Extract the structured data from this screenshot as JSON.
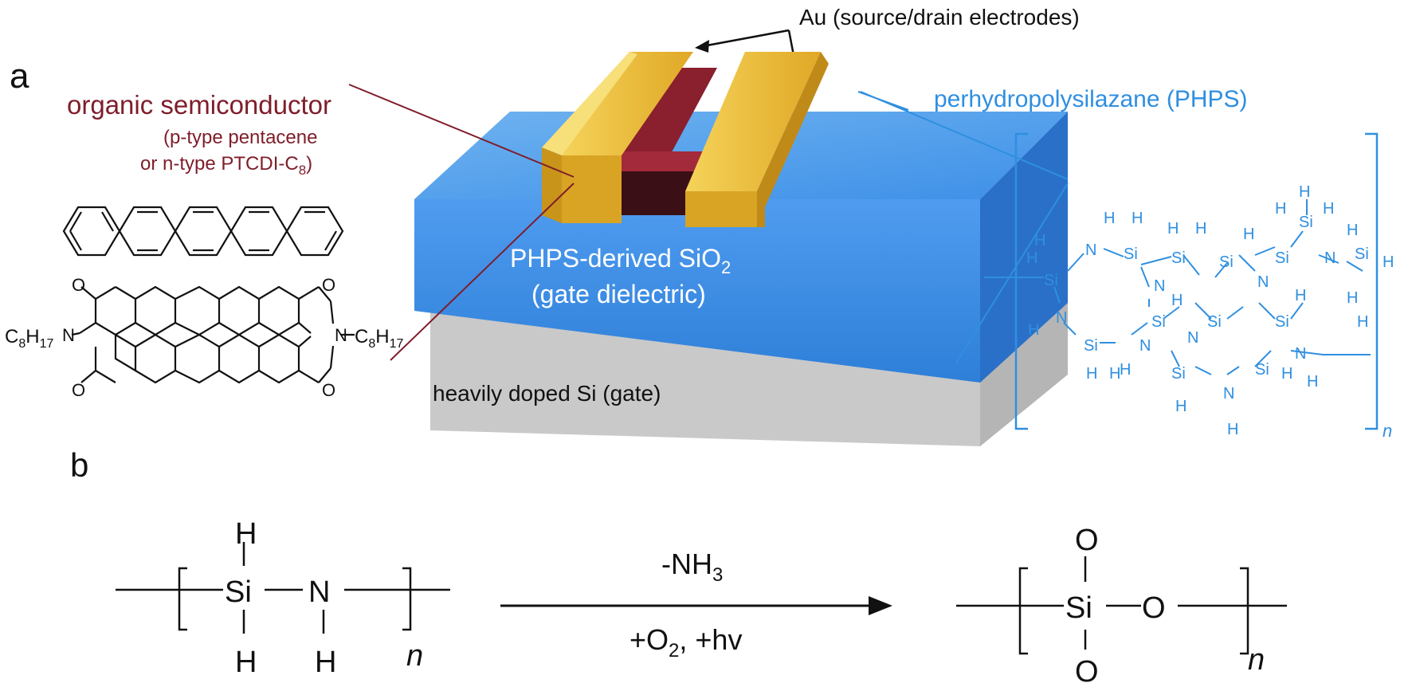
{
  "panel_a": {
    "label": "a",
    "au_label": "Au (source/drain electrodes)",
    "semiconductor": {
      "title": "organic semiconductor",
      "line1": "(p-type pentacene",
      "line2_pre": "or n-type PTCDI-C",
      "line2_sub": "8",
      "line2_post": ")"
    },
    "dielectric": {
      "line1_pre": "PHPS-derived SiO",
      "line1_sub": "2",
      "line2": "(gate dielectric)"
    },
    "gate_label": "heavily doped Si (gate)",
    "ptcdi": {
      "left_main": "C",
      "left_s1": "8",
      "left_mid": "H",
      "left_s2": "17",
      "right_main": "C",
      "right_s1": "8",
      "right_mid": "H",
      "right_s2": "17",
      "n_label": "N",
      "o_label": "O"
    },
    "phps": {
      "title": "perhydropolysilazane (PHPS)",
      "repeat_n": "n",
      "si": "Si",
      "n": "N",
      "h": "H"
    }
  },
  "panel_b": {
    "label": "b",
    "reactant": {
      "si": "Si",
      "n": "N",
      "h": "H",
      "repeat": "n"
    },
    "above_arrow_pre": "-NH",
    "above_arrow_sub": "3",
    "below_arrow_pre": "+O",
    "below_arrow_sub": "2",
    "below_arrow_post": ", +hv",
    "product": {
      "si": "Si",
      "o": "O",
      "repeat": "n"
    }
  },
  "colors": {
    "maroon": "#7f1d2a",
    "blue": "#2f8fe0",
    "gold": "#e8b830",
    "dielectric": "#3d8fe8",
    "gate": "#c8c8c8"
  }
}
